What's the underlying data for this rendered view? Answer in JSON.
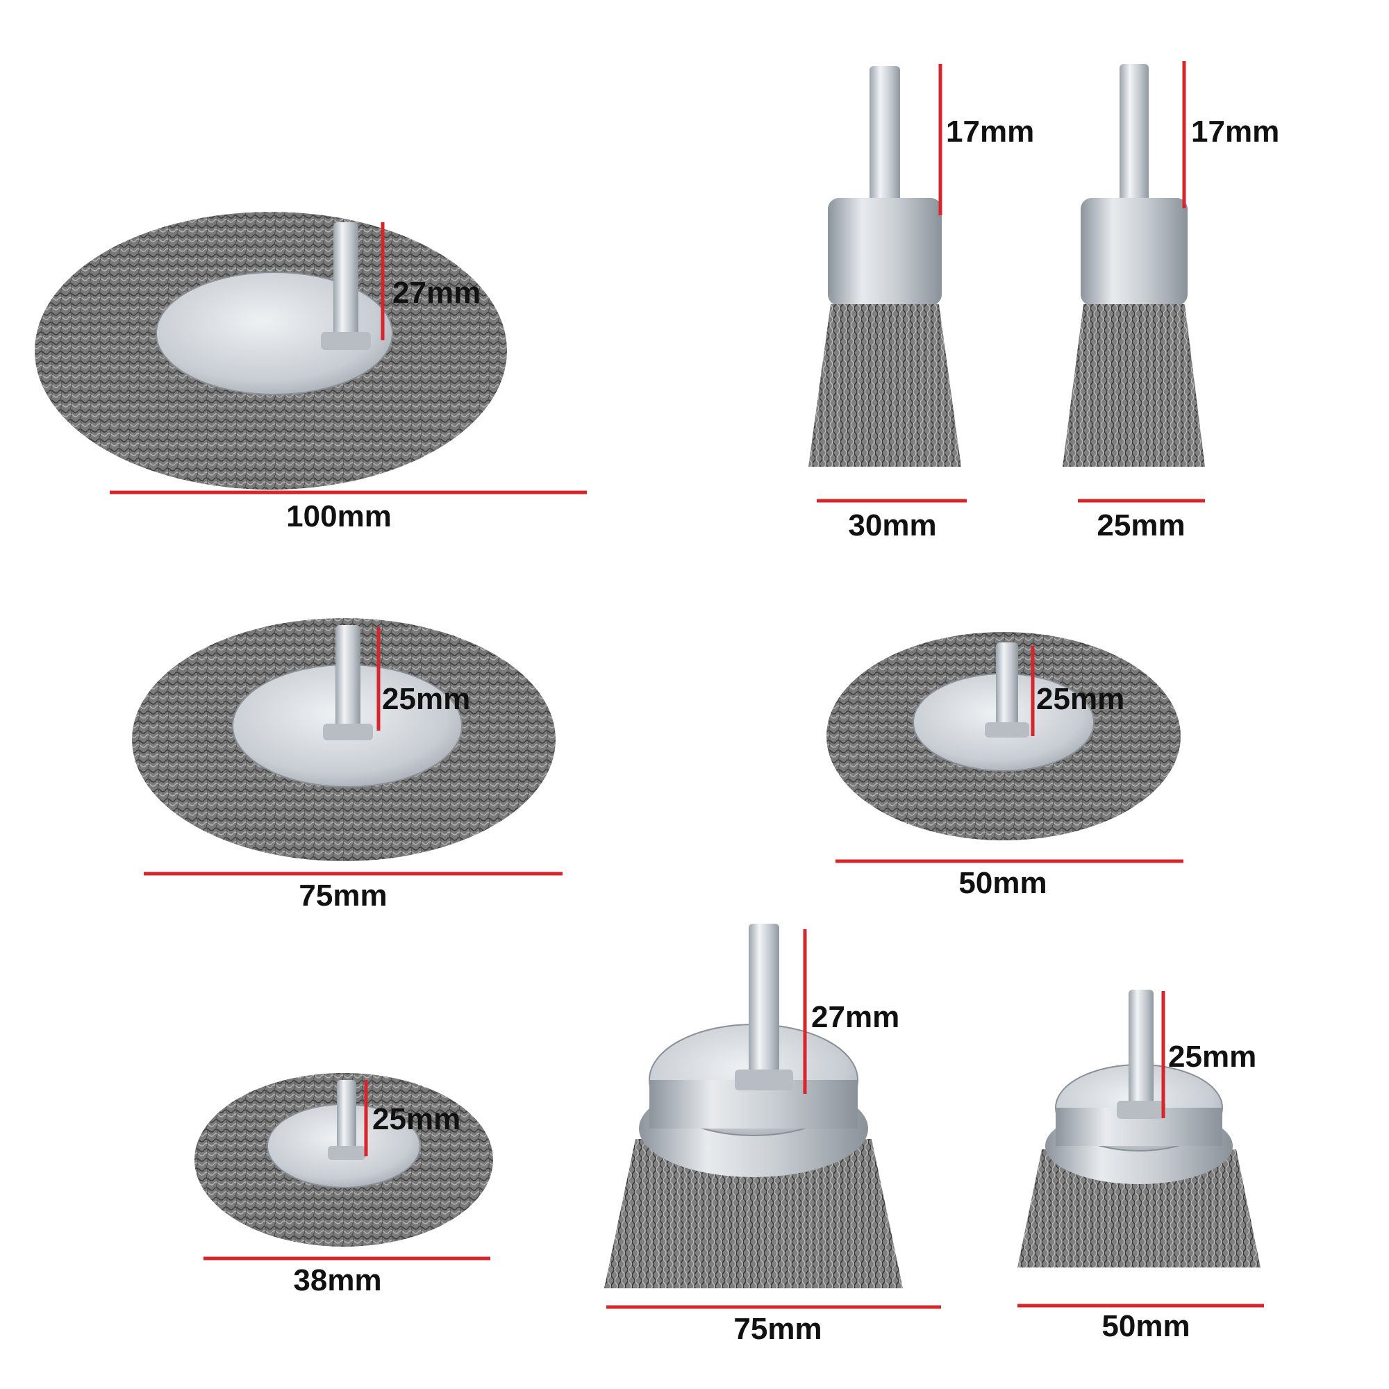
{
  "colors": {
    "background": "#ffffff",
    "dimension_line": "#d7262b",
    "label_text": "#111111",
    "wire": "#6e6e6e",
    "steel": "#c9ced3"
  },
  "products": [
    {
      "kind": "wheel-brush",
      "width_label": "100mm",
      "shank_label": "27mm"
    },
    {
      "kind": "end-brush",
      "width_label": "30mm",
      "shank_label": "17mm"
    },
    {
      "kind": "end-brush",
      "width_label": "25mm",
      "shank_label": "17mm"
    },
    {
      "kind": "wheel-brush",
      "width_label": "75mm",
      "shank_label": "25mm"
    },
    {
      "kind": "wheel-brush",
      "width_label": "50mm",
      "shank_label": "25mm"
    },
    {
      "kind": "wheel-brush",
      "width_label": "38mm",
      "shank_label": "25mm"
    },
    {
      "kind": "cup-brush",
      "width_label": "75mm",
      "shank_label": "27mm"
    },
    {
      "kind": "cup-brush",
      "width_label": "50mm",
      "shank_label": "25mm"
    }
  ]
}
